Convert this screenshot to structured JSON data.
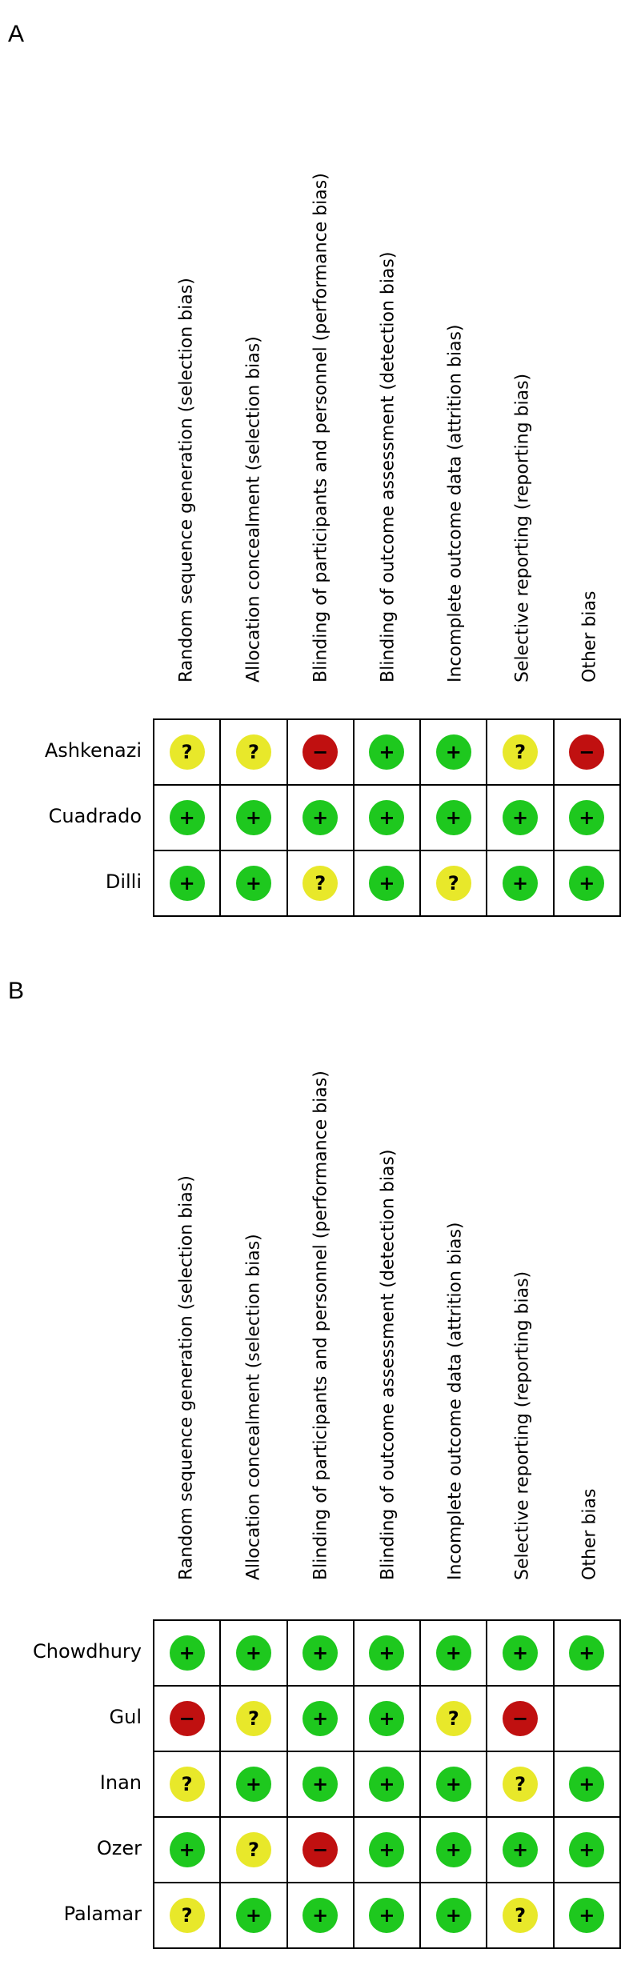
{
  "colors": {
    "low": "#1ec81e",
    "unclear": "#e8e82a",
    "high": "#c01010"
  },
  "symbols": {
    "low": "+",
    "unclear": "?",
    "high": "−",
    "none": ""
  },
  "columns": [
    "Random sequence generation (selection bias)",
    "Allocation concealment (selection bias)",
    "Blinding of participants and personnel (performance bias)",
    "Blinding of outcome assessment (detection bias)",
    "Incomplete outcome data (attrition bias)",
    "Selective reporting (reporting bias)",
    "Other bias"
  ],
  "panels": [
    {
      "label": "A",
      "studies": [
        {
          "name": "Ashkenazi",
          "ratings": [
            "unclear",
            "unclear",
            "high",
            "low",
            "low",
            "unclear",
            "high"
          ]
        },
        {
          "name": "Cuadrado",
          "ratings": [
            "low",
            "low",
            "low",
            "low",
            "low",
            "low",
            "low"
          ]
        },
        {
          "name": "Dilli",
          "ratings": [
            "low",
            "low",
            "unclear",
            "low",
            "unclear",
            "low",
            "low"
          ]
        }
      ]
    },
    {
      "label": "B",
      "studies": [
        {
          "name": "Chowdhury",
          "ratings": [
            "low",
            "low",
            "low",
            "low",
            "low",
            "low",
            "low"
          ]
        },
        {
          "name": "Gul",
          "ratings": [
            "high",
            "unclear",
            "low",
            "low",
            "unclear",
            "high",
            "none"
          ]
        },
        {
          "name": "Inan",
          "ratings": [
            "unclear",
            "low",
            "low",
            "low",
            "low",
            "unclear",
            "low"
          ]
        },
        {
          "name": "Ozer",
          "ratings": [
            "low",
            "unclear",
            "high",
            "low",
            "low",
            "low",
            "low"
          ]
        },
        {
          "name": "Palamar",
          "ratings": [
            "unclear",
            "low",
            "low",
            "low",
            "low",
            "unclear",
            "low"
          ]
        }
      ]
    }
  ]
}
